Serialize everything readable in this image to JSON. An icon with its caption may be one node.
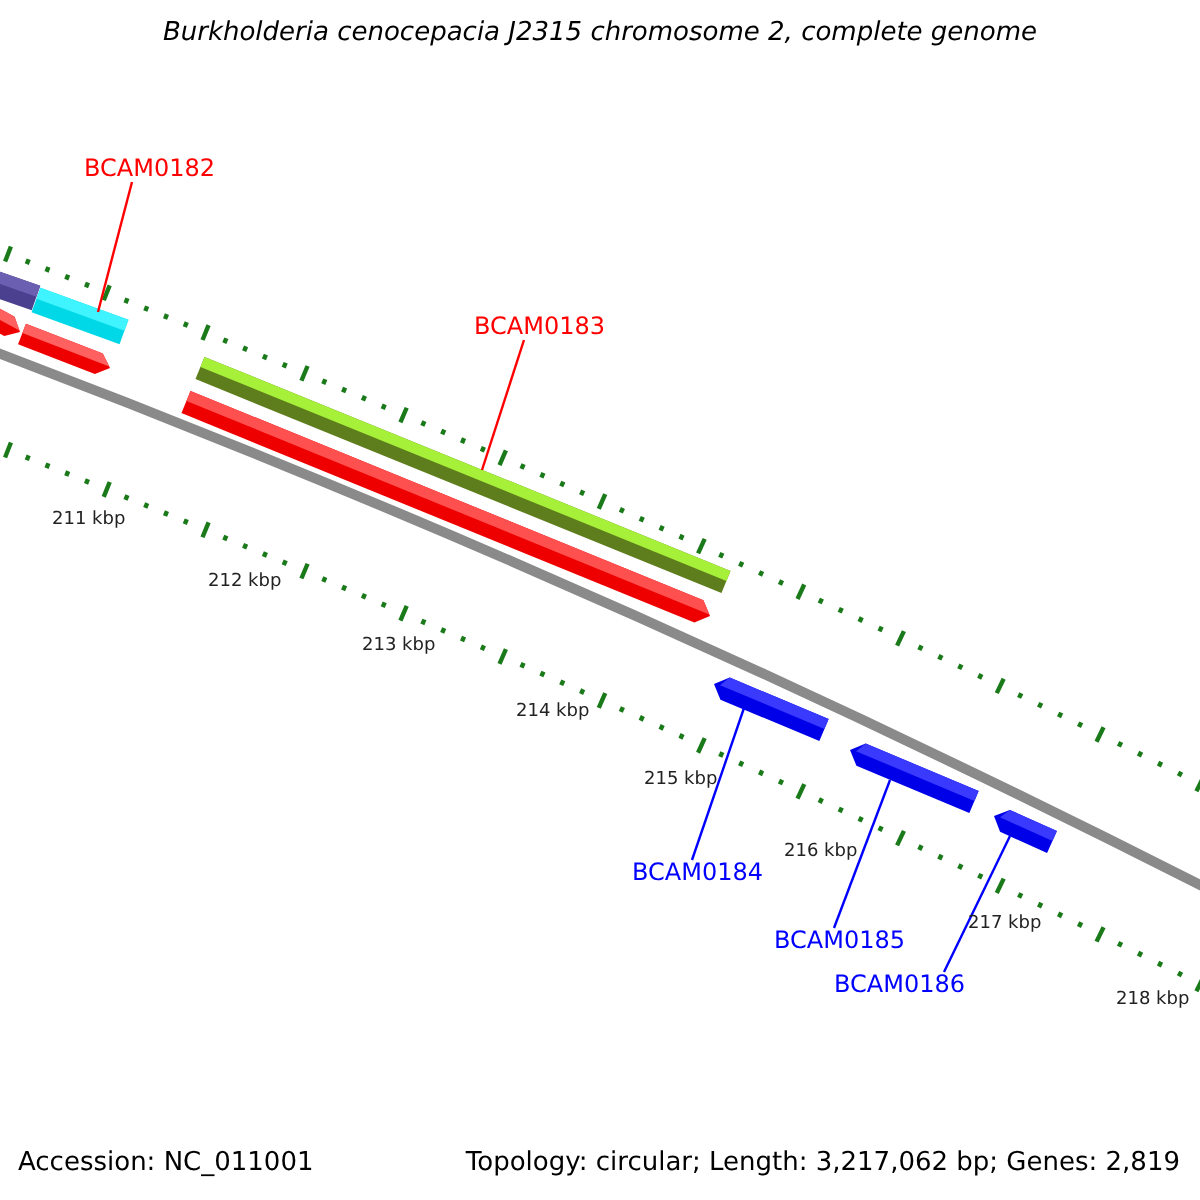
{
  "diagram": {
    "title": "Burkholderia cenocepacia J2315 chromosome 2, complete genome",
    "nodes": [
      {
        "text": [
          "BCAM0182"
        ]
      },
      {
        "text": [],
        "shape": "bar"
      },
      {
        "text": [],
        "shape": "bar"
      },
      {
        "text": [],
        "shape": "pentagon"
      },
      {
        "text": [],
        "shape": "pentagon"
      },
      {
        "text": [
          "BCAM0183"
        ]
      },
      {
        "text": [],
        "shape": "bar"
      },
      {
        "text": [],
        "shape": "pentagon"
      },
      {
        "text": [],
        "shape": "pentagon"
      },
      {
        "text": [],
        "shape": "pentagon"
      },
      {
        "text": [],
        "shape": "pentagon"
      },
      {
        "text": [
          "BCAM0184"
        ]
      },
      {
        "text": [
          "BCAM0185"
        ]
      },
      {
        "text": [
          "BCAM0186"
        ]
      }
    ],
    "edges": [
      {
        "from": 0,
        "to": 2,
        "arrow": "none",
        "color": "#ff0000"
      },
      {
        "from": 5,
        "to": 6,
        "arrow": "none",
        "color": "#ff0000"
      },
      {
        "from": 11,
        "to": 8,
        "arrow": "none"
      },
      {
        "from": 12,
        "to": 9,
        "arrow": "none"
      },
      {
        "from": 13,
        "to": 10,
        "arrow": "none"
      }
    ],
    "labels": [
      "211 kbp",
      "212 kbp",
      "213 kbp",
      "214 kbp",
      "215 kbp",
      "216 kbp",
      "217 kbp",
      "218 kbp",
      "Accession: NC_011001",
      "Topology: circular; Length: 3,217,062 bp; Genes: 2,819"
    ]
  }
}
